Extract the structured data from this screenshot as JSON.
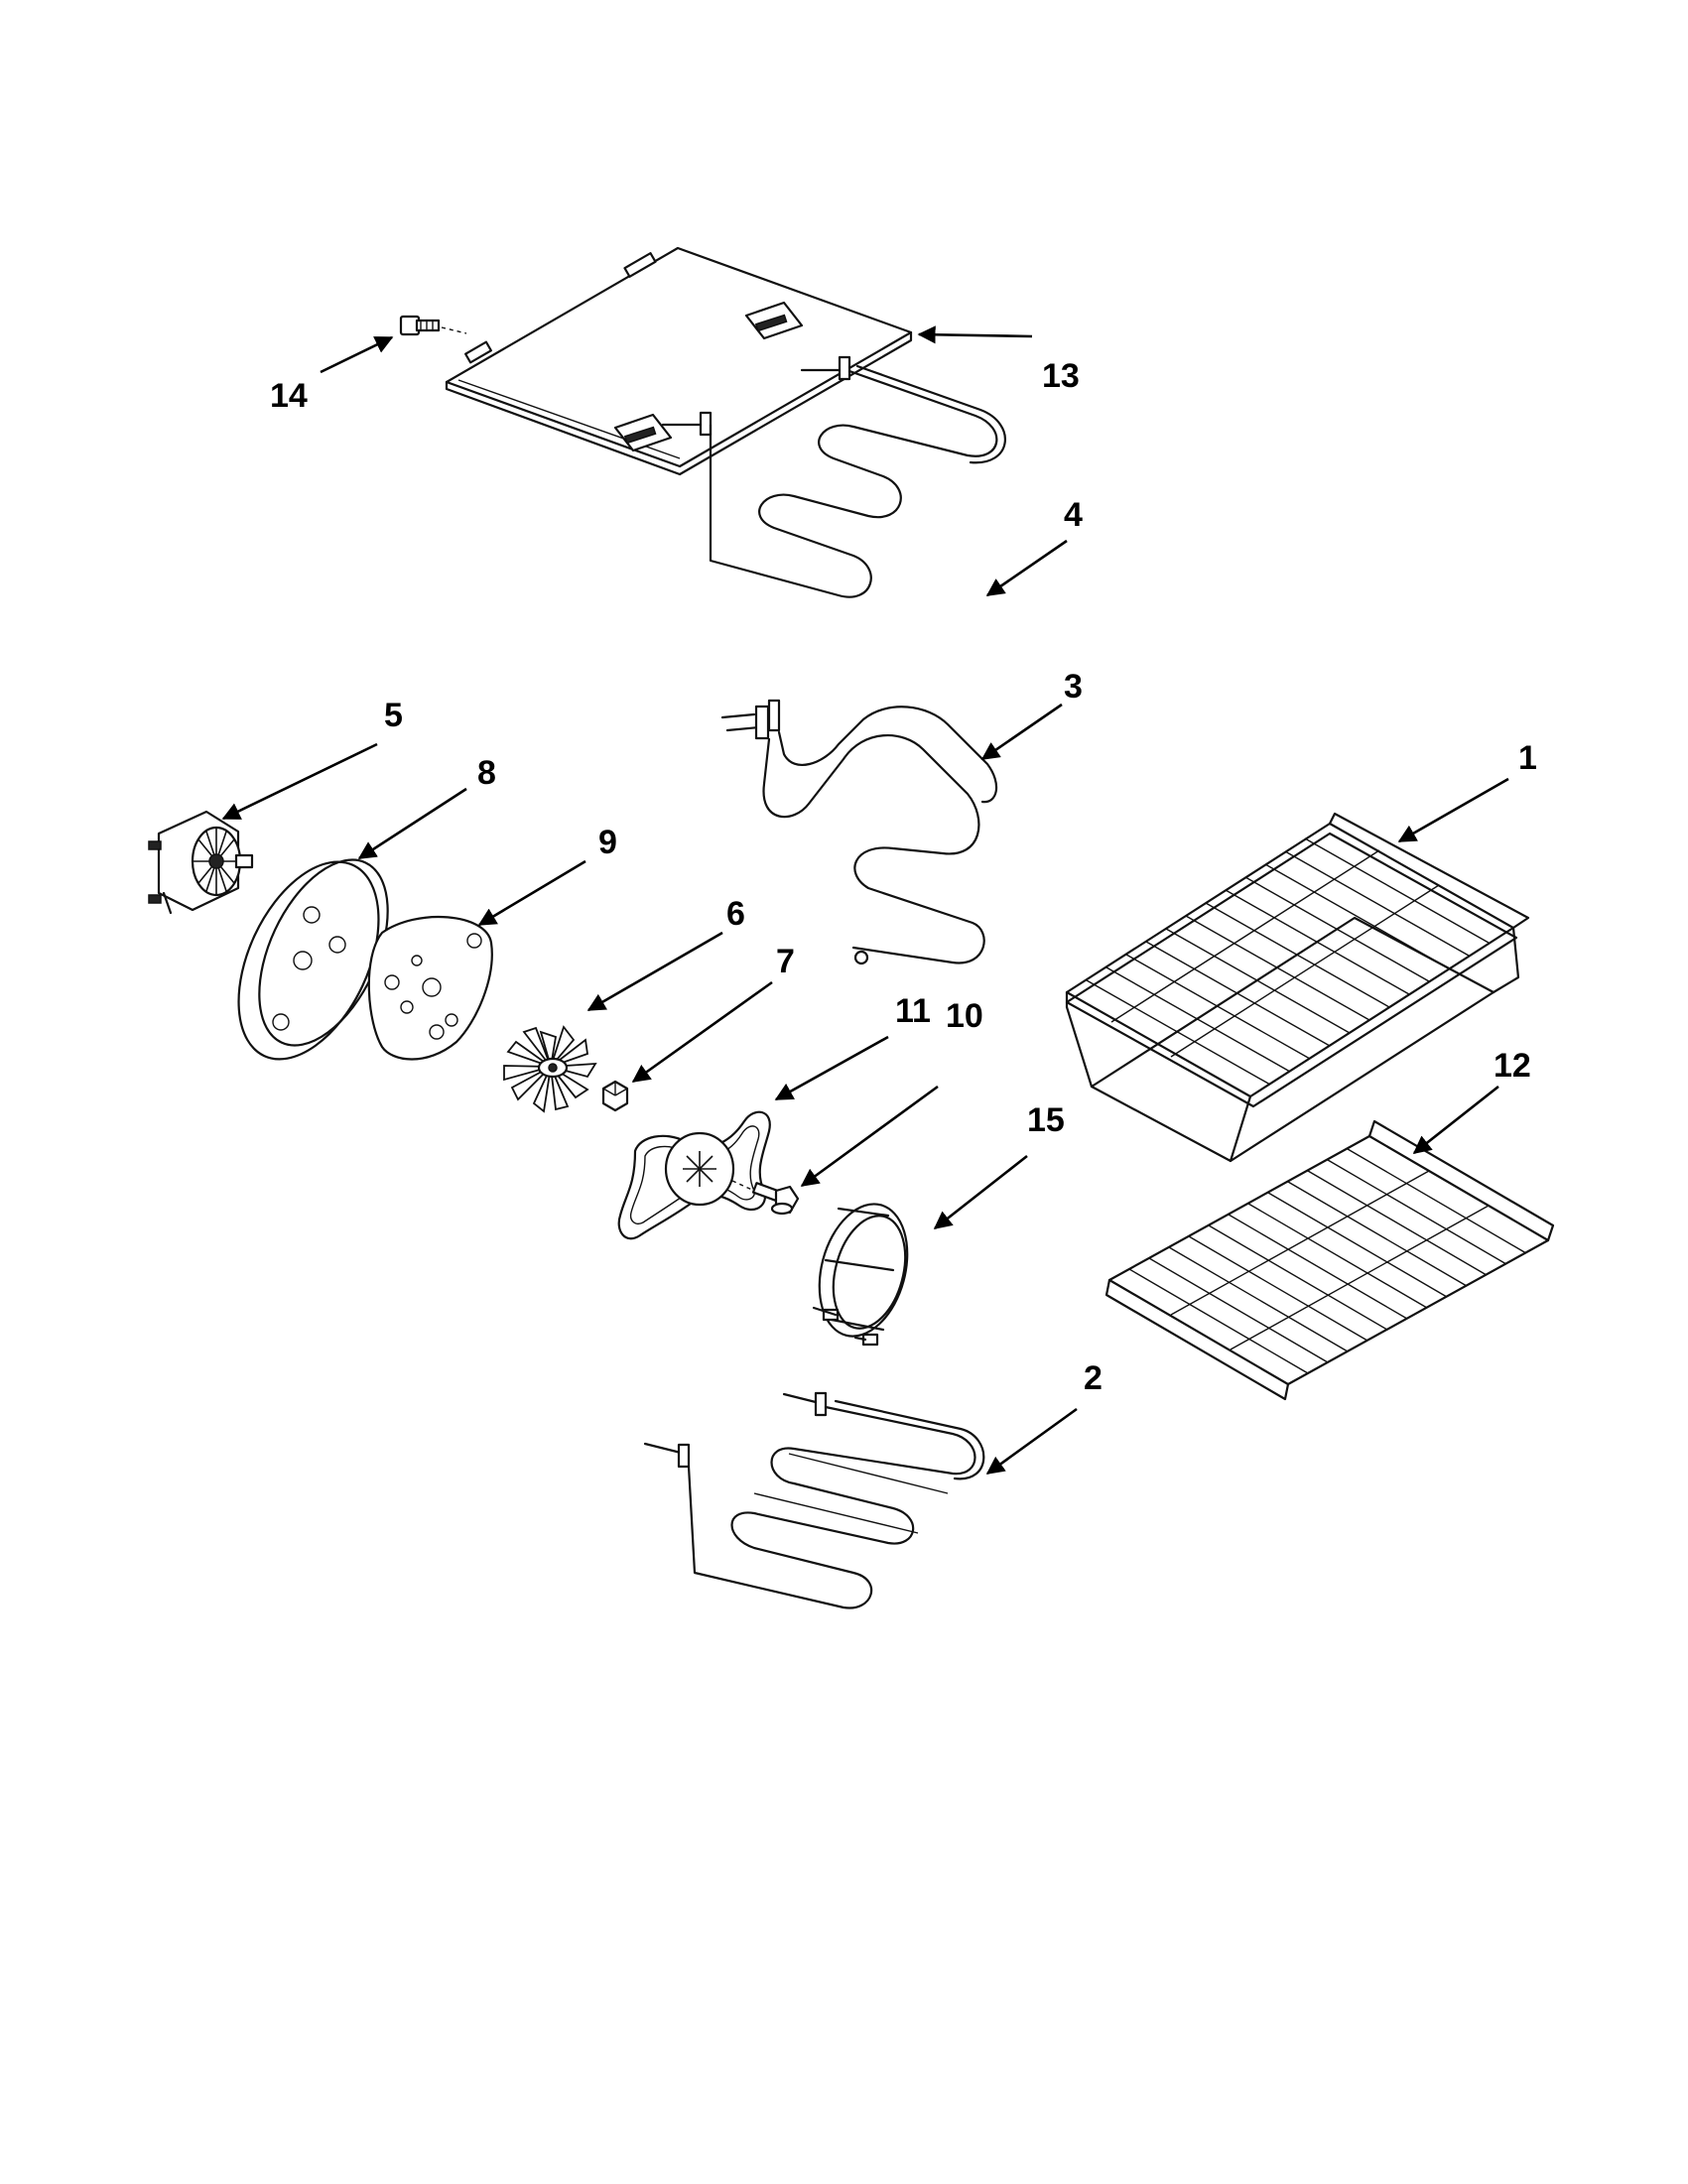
{
  "callouts": [
    {
      "id": "1",
      "label": "1"
    },
    {
      "id": "2",
      "label": "2"
    },
    {
      "id": "3",
      "label": "3"
    },
    {
      "id": "4",
      "label": "4"
    },
    {
      "id": "5",
      "label": "5"
    },
    {
      "id": "6",
      "label": "6"
    },
    {
      "id": "7",
      "label": "7"
    },
    {
      "id": "8",
      "label": "8"
    },
    {
      "id": "9",
      "label": "9"
    },
    {
      "id": "10",
      "label": "10"
    },
    {
      "id": "11",
      "label": "11"
    },
    {
      "id": "12",
      "label": "12"
    },
    {
      "id": "13",
      "label": "13"
    },
    {
      "id": "14",
      "label": "14"
    },
    {
      "id": "15",
      "label": "15"
    }
  ]
}
